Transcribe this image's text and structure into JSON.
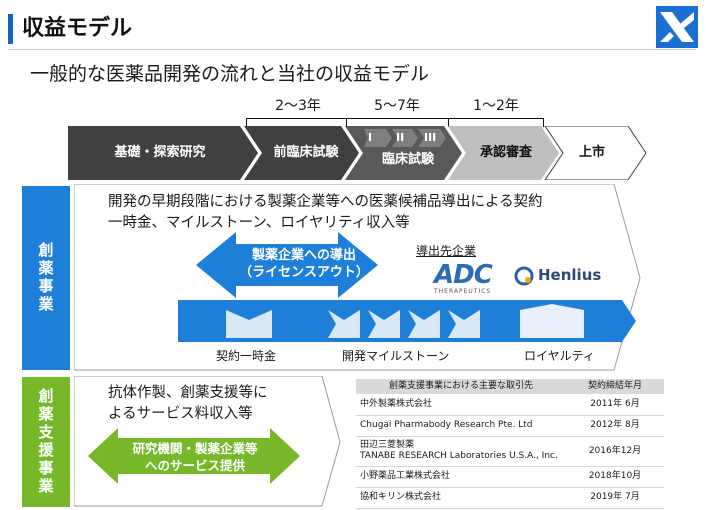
{
  "header": {
    "title": "収益モデル",
    "subtitle": "一般的な医薬品開発の流れと当社の収益モデル",
    "accent_color": "#1565c0"
  },
  "durations": [
    "2～3年",
    "5～7年",
    "1～2年"
  ],
  "phases": [
    {
      "label": "基礎・探索研究"
    },
    {
      "label": "前臨床試験"
    },
    {
      "label": "臨床試験",
      "subphases": [
        "I",
        "II",
        "III"
      ]
    },
    {
      "label": "承認審査"
    },
    {
      "label": "上市"
    }
  ],
  "drug_discovery": {
    "side_label": "創薬事業",
    "description": [
      "開発の早期段階における製薬企業等への医薬候補品導出による契約",
      "一時金、マイルストーン、ロイヤリティ収入等"
    ],
    "licensing_arrow": [
      "製薬企業への導出",
      "（ライセンスアウト）"
    ],
    "partners_label": "導出先企業",
    "partners": [
      {
        "name": "ADC",
        "tagline": "THERAPEUTICS",
        "icon": "adc-logo"
      },
      {
        "name": "Henlius",
        "icon": "henlius-logo"
      }
    ],
    "revenue_labels": [
      "契約一時金",
      "開発マイルストーン",
      "ロイヤルティ"
    ],
    "color": "#1e7fd8"
  },
  "discovery_support": {
    "side_label": "創薬支援事業",
    "description": [
      "抗体作製、創薬支援等に",
      "よるサービス料収入等"
    ],
    "service_arrow": [
      "研究機関・製薬企業等",
      "へのサービス提供"
    ],
    "color": "#76b82a"
  },
  "deals_table": {
    "headers": [
      "創薬支援事業における主要な取引先",
      "契約締結年月"
    ],
    "rows": [
      {
        "partner": "中外製薬株式会社",
        "date": "2011年 6月"
      },
      {
        "partner": "Chugai Pharmabody Research Pte. Ltd",
        "date": "2012年 8月"
      },
      {
        "partner": "田辺三菱製薬",
        "partner2": "TANABE RESEARCH Laboratories U.S.A., Inc.",
        "date": "2016年12月"
      },
      {
        "partner": "小野薬品工業株式会社",
        "date": "2018年10月"
      },
      {
        "partner": "協和キリン株式会社",
        "date": "2019年 7月"
      }
    ]
  }
}
